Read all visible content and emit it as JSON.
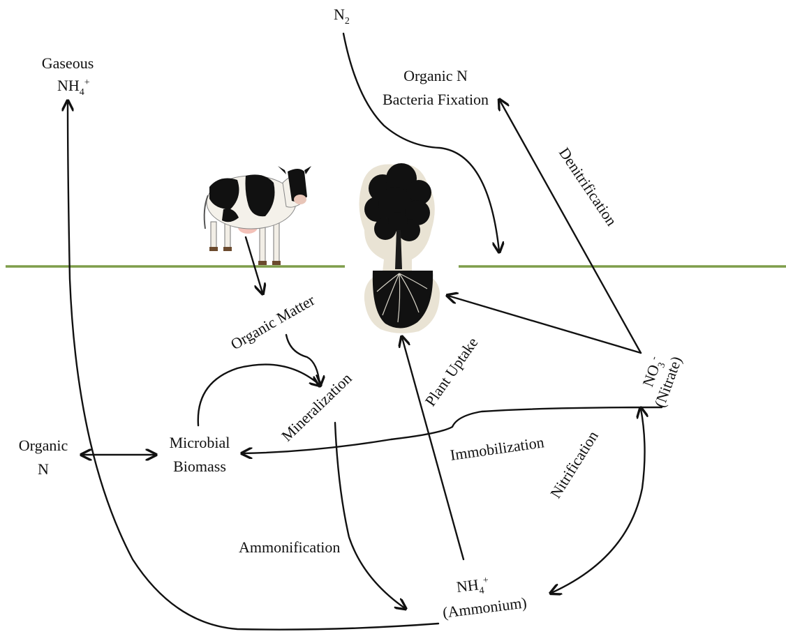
{
  "diagram": {
    "labels": {
      "n2": {
        "main": "N",
        "sub": "2"
      },
      "gaseous": {
        "line1": "Gaseous",
        "line2_main": "NH",
        "line2_sub": "4",
        "line2_sup": "+"
      },
      "organic_n_fix": {
        "line1": "Organic N",
        "line2": "Bacteria Fixation"
      },
      "denitrification": "Denitrification",
      "organic_matter": "Organic Matter",
      "mineralization": "Mineralization",
      "plant_uptake": "Plant Uptake",
      "nitrate": {
        "main": "NO",
        "sub": "3",
        "sup": "-",
        "line2": "(Nitrate)"
      },
      "organic_n": {
        "line1": "Organic",
        "line2": "N"
      },
      "microbial": {
        "line1": "Microbial",
        "line2": "Biomass"
      },
      "immobilization": "Immobilization",
      "nitrification": "Nitrification",
      "ammonification": "Ammonification",
      "ammonium": {
        "main": "NH",
        "sub": "4",
        "sup": "+",
        "line2": "(Ammonium)"
      }
    },
    "images": {
      "cow": "cow-illustration",
      "tree": "tree-with-roots-illustration"
    },
    "colors": {
      "ground_line": "#7e9d4a",
      "arrows": "#111111"
    }
  }
}
